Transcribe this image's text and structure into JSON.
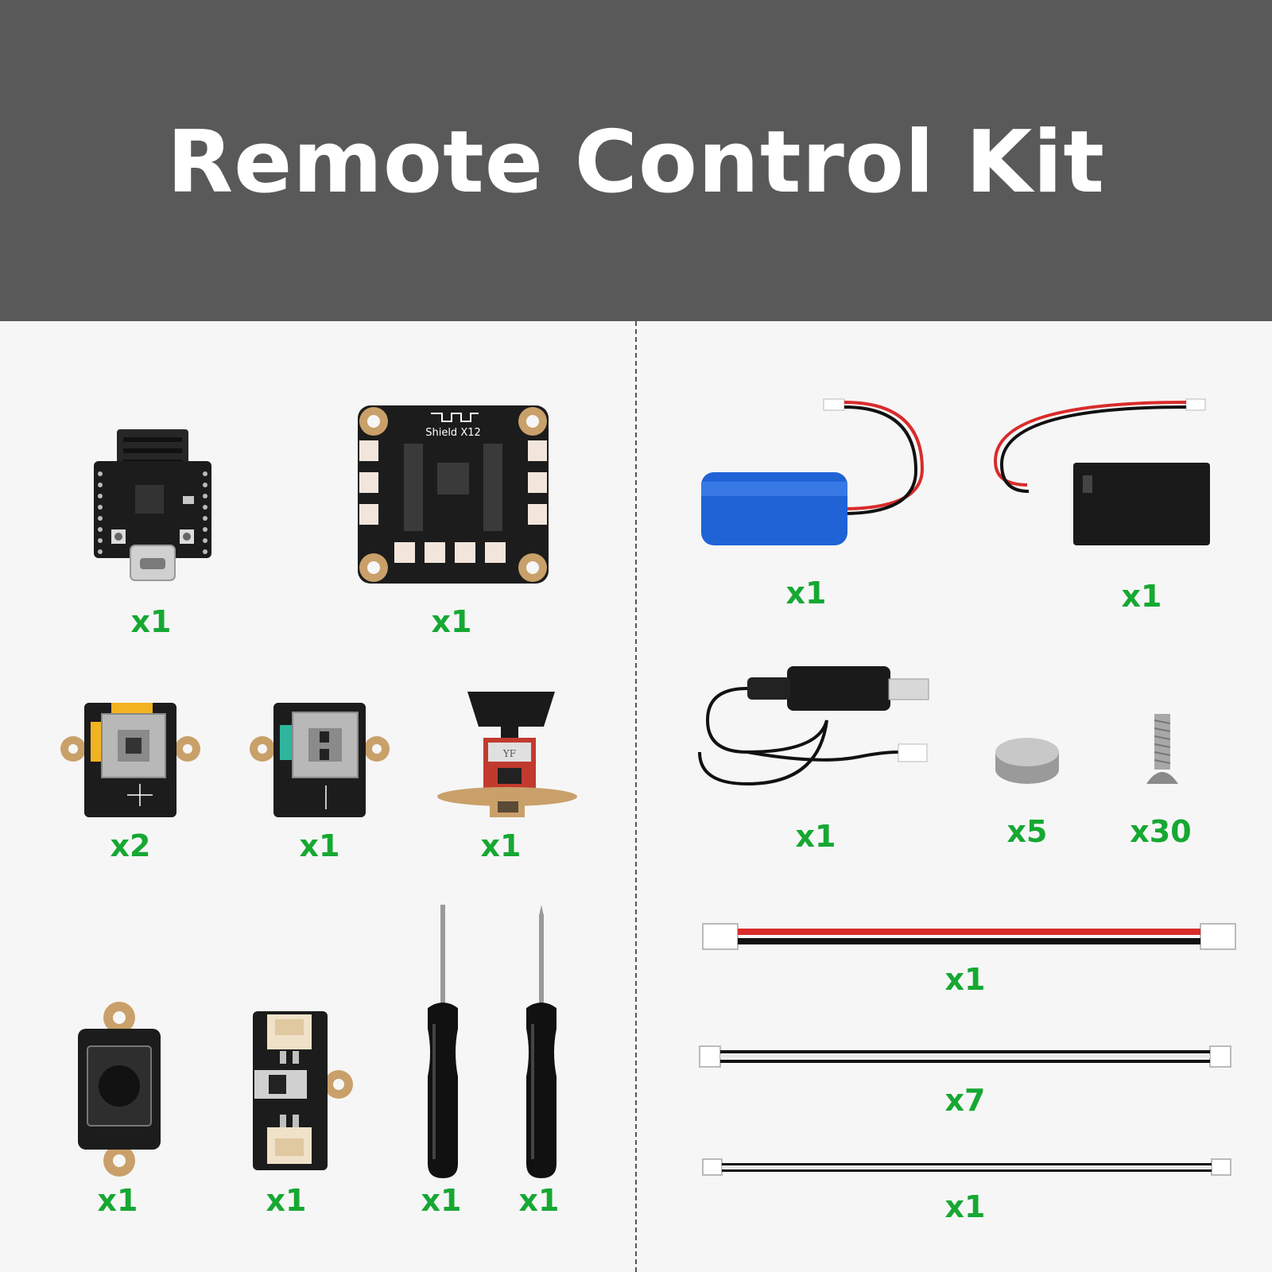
{
  "page": {
    "title": "Remote Control Kit",
    "accent_color": "#16a832",
    "header_color": "#595959"
  },
  "left_panel": {
    "items": [
      {
        "name": "esp32-c3-controller-board",
        "icon": "microcontroller-board-icon",
        "board_text": "",
        "quantity": "x1"
      },
      {
        "name": "shield-x12-board",
        "icon": "expansion-board-icon",
        "board_text": "Shield X12",
        "quantity": "x1"
      },
      {
        "name": "joystick-module-xy",
        "icon": "joystick-module-icon",
        "quantity": "x2"
      },
      {
        "name": "joystick-module-single-axis",
        "icon": "joystick-module-icon",
        "quantity": "x1"
      },
      {
        "name": "toggle-switch-module",
        "icon": "toggle-switch-icon",
        "switch_text": "YF",
        "quantity": "x1"
      },
      {
        "name": "push-button-module",
        "icon": "push-button-icon",
        "quantity": "x1"
      },
      {
        "name": "power-switch-module",
        "icon": "slide-switch-icon",
        "quantity": "x1"
      },
      {
        "name": "flathead-screwdriver",
        "icon": "screwdriver-icon",
        "quantity": "x1"
      },
      {
        "name": "phillips-screwdriver",
        "icon": "screwdriver-icon",
        "quantity": "x1"
      }
    ]
  },
  "right_panel": {
    "items": [
      {
        "name": "lithium-battery",
        "icon": "battery-icon",
        "quantity": "x1"
      },
      {
        "name": "battery-box",
        "icon": "battery-box-icon",
        "quantity": "x1"
      },
      {
        "name": "usb-charging-cable",
        "icon": "usb-cable-icon",
        "quantity": "x1"
      },
      {
        "name": "magnet",
        "icon": "magnet-icon",
        "quantity": "x5"
      },
      {
        "name": "screw",
        "icon": "screw-icon",
        "quantity": "x30"
      },
      {
        "name": "red-black-power-cable",
        "icon": "power-cable-icon",
        "quantity": "x1"
      },
      {
        "name": "long-connector-cable",
        "icon": "connector-cable-icon",
        "quantity": "x7"
      },
      {
        "name": "short-connector-cable",
        "icon": "connector-cable-icon",
        "quantity": "x1"
      }
    ]
  }
}
